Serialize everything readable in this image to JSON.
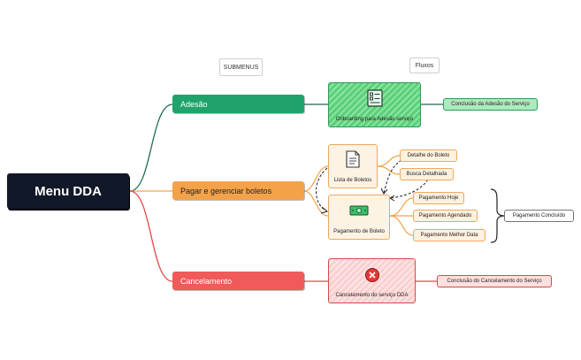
{
  "headers": {
    "submenus": "SUBMENUS",
    "fluxos": "Fluxos"
  },
  "root": {
    "label": "Menu DDA"
  },
  "branches": {
    "adesao": {
      "label": "Adesão",
      "color": "#1fa36b"
    },
    "pagar": {
      "label": "Pagar e gerenciar boletos",
      "color": "#f4a24a"
    },
    "cancelamento": {
      "label": "Cancelamento",
      "color": "#f05a5a"
    }
  },
  "flows": {
    "onboarding": {
      "label": "Onboarding para Adesão serviço",
      "icon": "checklist-icon"
    },
    "lista": {
      "label": "Lista de Boletos",
      "icon": "document-icon"
    },
    "pagamento": {
      "label": "Pagamento de Boleto",
      "icon": "money-icon"
    },
    "cancelamento": {
      "label": "Cancelamento do serviço DDA",
      "icon": "close-circle-icon"
    }
  },
  "leaves": {
    "conclusao_adesao": "Conclusão da Adesão do Serviço",
    "detalhe": "Detalhe do Boleto",
    "busca": "Busca Detalhada",
    "pag_hoje": "Pagamento Hoje",
    "pag_agendado": "Pagamento Agendado",
    "pag_melhor": "Pagamento Melhor Data",
    "pag_concluido": "Pagamento Concluído",
    "conclusao_cancel": "Conclusão do Cancelamento do Serviço"
  }
}
